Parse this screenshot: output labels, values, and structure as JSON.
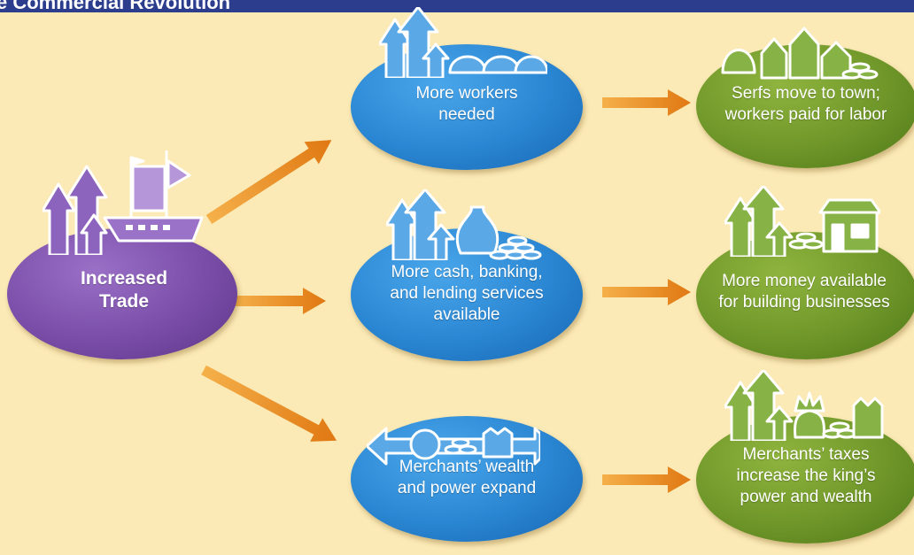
{
  "header": {
    "title": "e Commercial Revolution"
  },
  "center_node": {
    "label": "Increased\nTrade"
  },
  "middle_nodes": [
    {
      "label": "More workers\nneeded"
    },
    {
      "label": "More cash, banking,\nand lending services\navailable"
    },
    {
      "label": "Merchants’ wealth\nand power expand"
    }
  ],
  "right_nodes": [
    {
      "label": "Serfs move to town;\nworkers paid for labor"
    },
    {
      "label": "More money available\nfor building businesses"
    },
    {
      "label": "Merchants’ taxes\nincrease the king’s\npower and wealth"
    }
  ],
  "icons": {
    "center": "ship-with-up-arrows-icon",
    "middle": [
      "workers-up-arrows-icon",
      "money-bag-coins-up-arrows-icon",
      "merchant-coins-fist-icon"
    ],
    "right": [
      "serf-town-coins-icon",
      "coins-shop-up-arrows-icon",
      "king-coins-fist-up-arrows-icon"
    ]
  },
  "colors": {
    "background": "#fbeab6",
    "header": "#2b3d8c",
    "purple_node": "#7a4ea8",
    "blue_node": "#2a86d2",
    "green_node": "#6f9629",
    "arrow": "#ea8a1f"
  }
}
